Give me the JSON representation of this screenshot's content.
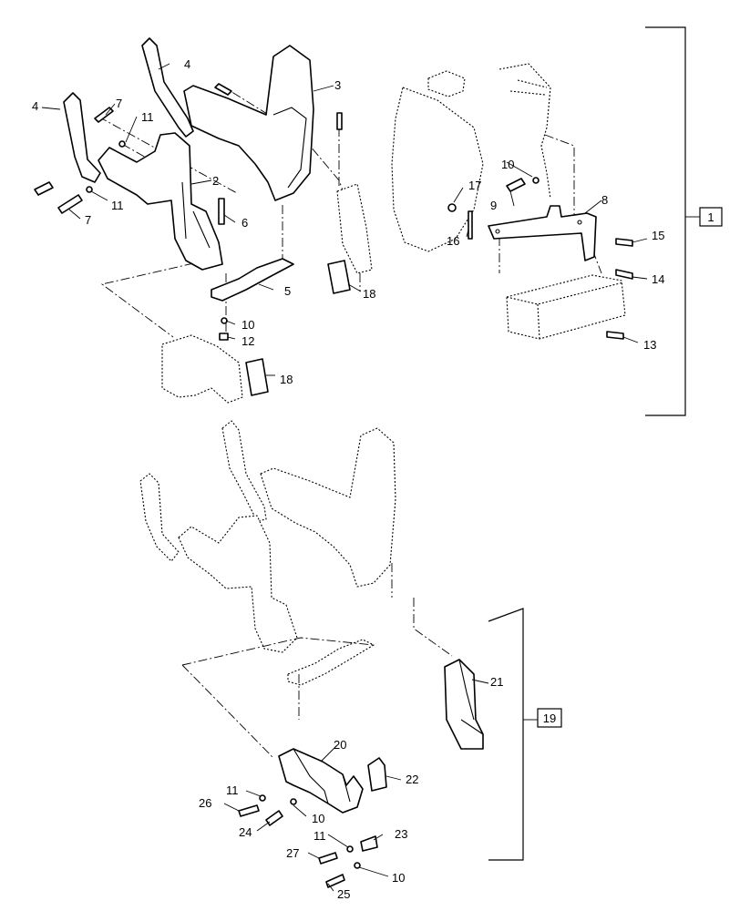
{
  "callouts": {
    "c1": "1",
    "c2": "2",
    "c3": "3",
    "c4a": "4",
    "c4b": "4",
    "c5": "5",
    "c6": "6",
    "c7a": "7",
    "c7b": "7",
    "c8": "8",
    "c9": "9",
    "c10a": "10",
    "c10b": "10",
    "c10c": "10",
    "c10d": "10",
    "c11a": "11",
    "c11b": "11",
    "c11c": "11",
    "c11d": "11",
    "c12": "12",
    "c13": "13",
    "c14": "14",
    "c15": "15",
    "c16": "16",
    "c17": "17",
    "c18a": "18",
    "c18b": "18",
    "c19": "19",
    "c20": "20",
    "c21": "21",
    "c22": "22",
    "c23": "23",
    "c24": "24",
    "c25": "25",
    "c26": "26",
    "c27": "27"
  }
}
